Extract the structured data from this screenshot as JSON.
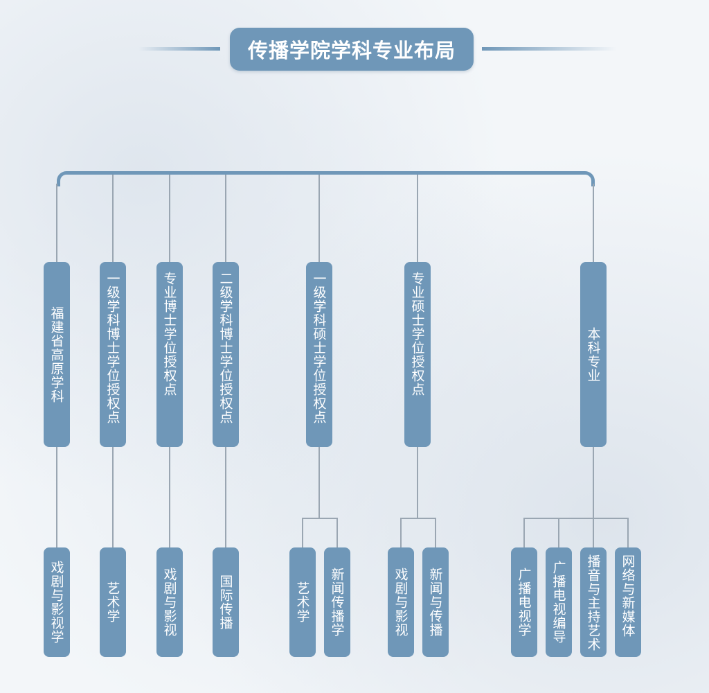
{
  "title": "传播学院学科专业布局",
  "colors": {
    "node": "#6f97b8",
    "connector": "#9aa6b2",
    "background": "#f3f6f9"
  },
  "categories": [
    {
      "label": "福建省高原学科",
      "children": [
        "戏剧与影视学"
      ]
    },
    {
      "label": "一级学科博士学位授权点",
      "children": [
        "艺术学"
      ]
    },
    {
      "label": "专业博士学位授权点",
      "children": [
        "戏剧与影视"
      ]
    },
    {
      "label": "二级学科博士学位授权点",
      "children": [
        "国际传播"
      ]
    },
    {
      "label": "一级学科硕士学位授权点",
      "children": [
        "艺术学",
        "新闻传播学"
      ]
    },
    {
      "label": "专业硕士学位授权点",
      "children": [
        "戏剧与影视",
        "新闻与传播"
      ]
    },
    {
      "label": "本科专业",
      "children": [
        "广播电视学",
        "广播电视编导",
        "播音与主持艺术",
        "网络与新媒体"
      ]
    }
  ]
}
